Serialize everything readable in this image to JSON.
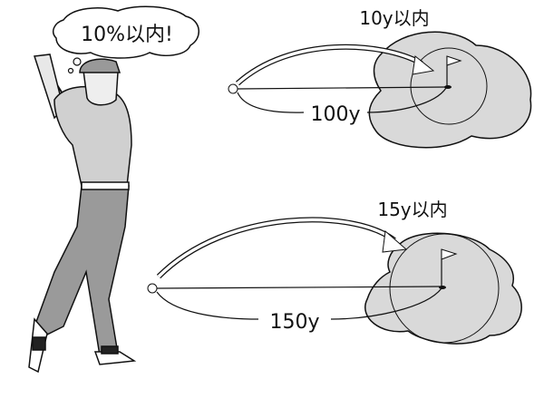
{
  "speech_bubble": {
    "text": "10%以内!"
  },
  "shot_100": {
    "tolerance_label": "10y以内",
    "distance_label": "100y"
  },
  "shot_150": {
    "tolerance_label": "15y以内",
    "distance_label": "150y"
  },
  "colors": {
    "green": "#d9d9d9",
    "shirt": "#d0d0d0",
    "pants": "#9a9a9a",
    "ink": "#111111"
  }
}
